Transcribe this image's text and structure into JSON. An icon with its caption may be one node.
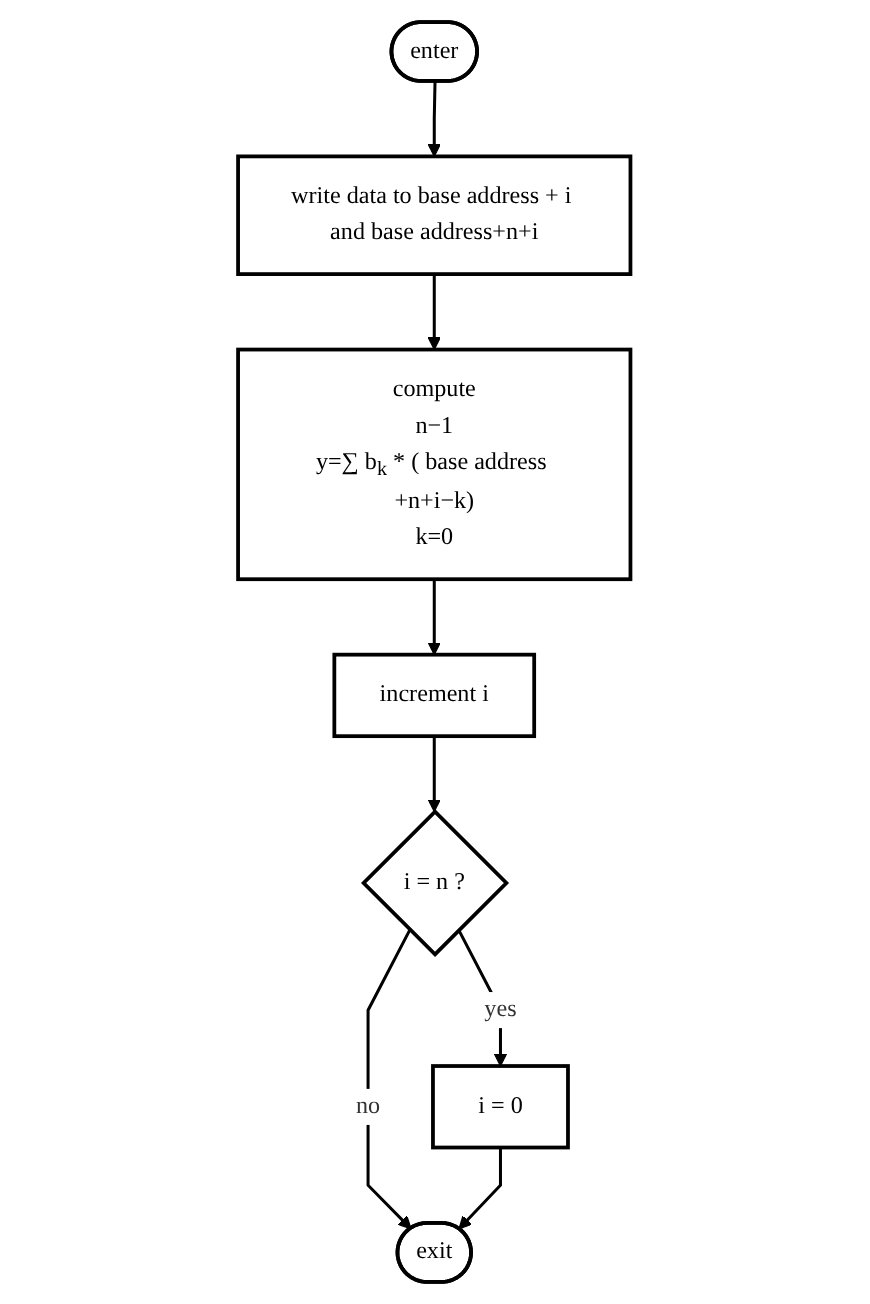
{
  "diagram": {
    "nodes": [
      {
        "text": [
          "enter"
        ]
      },
      {
        "text": [
          "write data to base address + i and base address+n+i"
        ]
      },
      {
        "text": [
          "compute",
          "n−1",
          "y=∑ b$_{k}$ * ( base address +n+i−k)",
          "k=0"
        ]
      },
      {
        "text": [
          "increment i"
        ]
      },
      {
        "text": [
          "i = n ?"
        ]
      },
      {
        "text": [
          "i = 0"
        ]
      },
      {
        "text": [
          "exit"
        ]
      }
    ],
    "edges": [
      {
        "from": 0,
        "to": 1,
        "arrow": "to"
      },
      {
        "from": 1,
        "to": 2,
        "arrow": "to"
      },
      {
        "from": 2,
        "to": 3,
        "arrow": "to"
      },
      {
        "from": 3,
        "to": 4,
        "arrow": "to"
      },
      {
        "from": 4,
        "to": 5,
        "arrow": "to",
        "label": "yes"
      },
      {
        "from": 4,
        "to": 6,
        "arrow": "to",
        "label": "no"
      },
      {
        "from": 5,
        "to": 6,
        "arrow": "to"
      }
    ]
  }
}
